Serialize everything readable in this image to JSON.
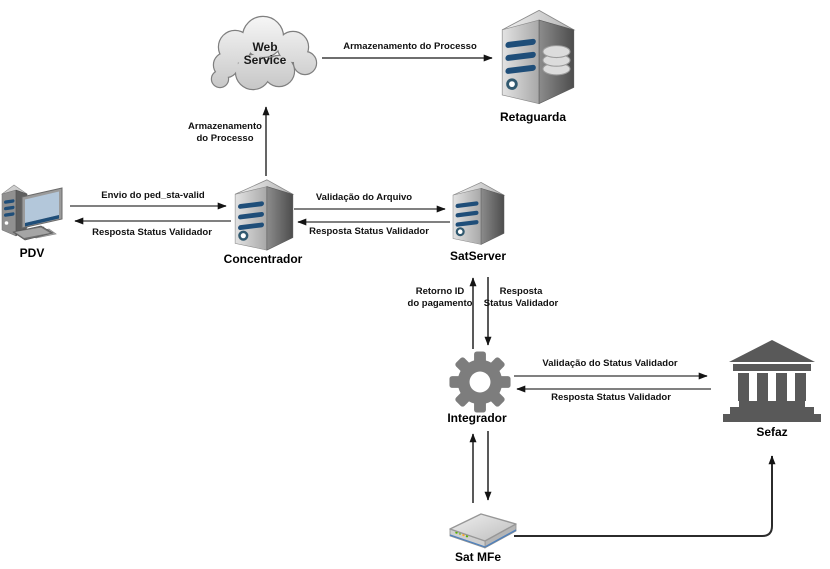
{
  "nodes": {
    "web_service": {
      "line1": "Web",
      "line2": "Service"
    },
    "retaguarda": {
      "label": "Retaguarda"
    },
    "pdv": {
      "label": "PDV"
    },
    "concentrador": {
      "label": "Concentrador"
    },
    "satserver": {
      "label": "SatServer"
    },
    "integrador": {
      "label": "Integrador"
    },
    "sefaz": {
      "label": "Sefaz"
    },
    "sat_mfe": {
      "label": "Sat MFe"
    }
  },
  "edges": {
    "webservice_to_retaguarda": {
      "label": "Armazenamento do Processo"
    },
    "concentrador_to_webservice": {
      "line1": "Armazenamento",
      "line2": "do Processo"
    },
    "pdv_to_concentrador": {
      "label": "Envio do ped_sta-valid"
    },
    "concentrador_to_pdv": {
      "label": "Resposta Status Validador"
    },
    "concentrador_to_satserver": {
      "label": "Validação do Arquivo"
    },
    "satserver_to_concentrador": {
      "label": "Resposta Status Validador"
    },
    "integrador_to_satserver": {
      "line1": "Retorno ID",
      "line2": "do pagamento"
    },
    "satserver_to_integrador": {
      "line1": "Resposta",
      "line2": "Status Validador"
    },
    "integrador_to_sefaz": {
      "label": "Validação do Status Validador"
    },
    "sefaz_to_integrador": {
      "label": "Resposta Status Validador"
    }
  },
  "colors": {
    "background": "#ffffff",
    "stripe_blue": "#1F4E79",
    "server_front": "#d6d6d6",
    "server_side": "#5f5f5f",
    "connector_gray": "#6e6e6e",
    "connector_dark": "#3c3c3c",
    "gear_gray": "#7d7d7d",
    "bank_gray": "#595959",
    "screen_blue": "#B3C7DA",
    "device_edge_blue": "#4f81bd",
    "led_green": "#59b200",
    "cloud_border": "#7f7f7f"
  }
}
